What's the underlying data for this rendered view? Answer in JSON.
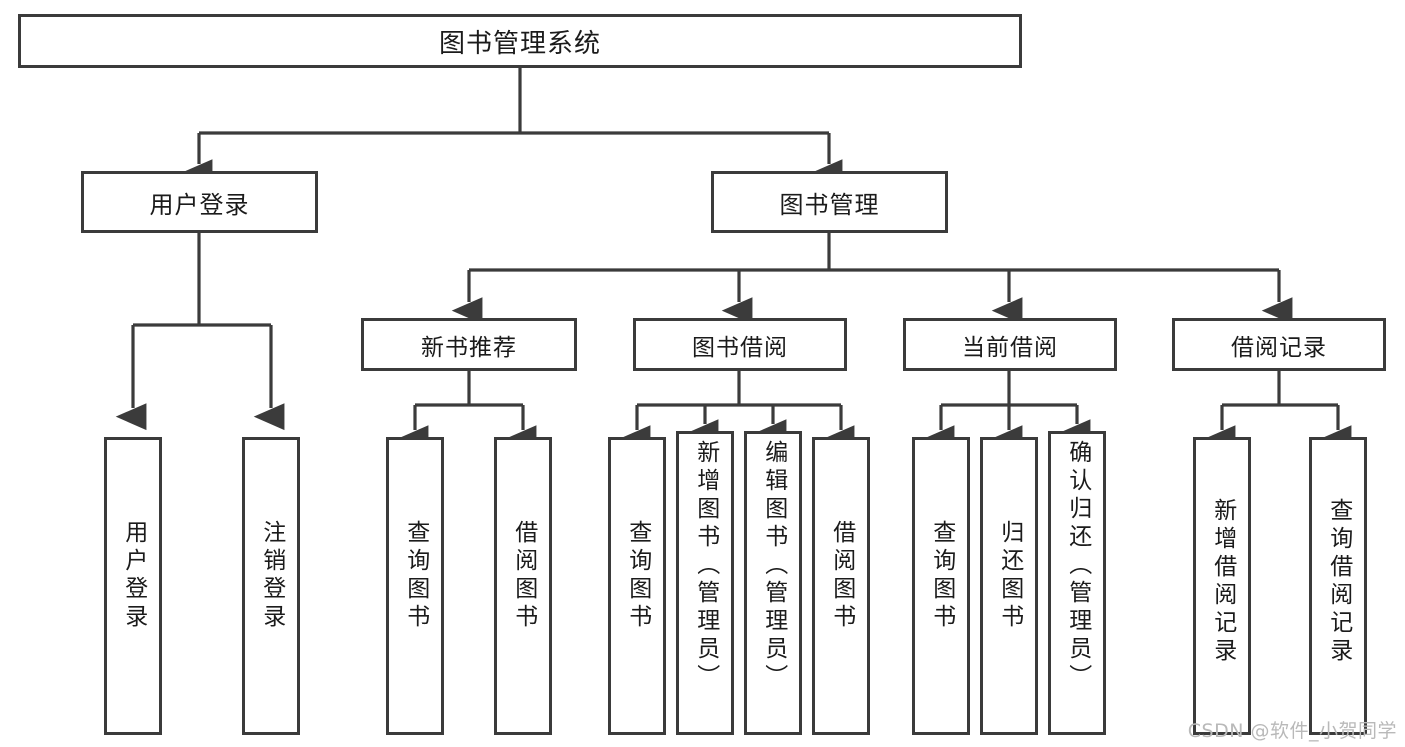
{
  "diagram": {
    "title": "图书管理系统",
    "type": "tree-hierarchy",
    "root": {
      "label": "图书管理系统"
    },
    "level1": [
      {
        "label": "用户登录"
      },
      {
        "label": "图书管理"
      }
    ],
    "level2": [
      {
        "label": "新书推荐"
      },
      {
        "label": "图书借阅"
      },
      {
        "label": "当前借阅"
      },
      {
        "label": "借阅记录"
      }
    ],
    "leaves": {
      "user_login": [
        {
          "label": "用户登录"
        },
        {
          "label": "注销登录"
        }
      ],
      "new_book_recommend": [
        {
          "label": "查询图书"
        },
        {
          "label": "借阅图书"
        }
      ],
      "book_borrow": [
        {
          "label": "查询图书"
        },
        {
          "label": "新增图书（管理员）"
        },
        {
          "label": "编辑图书（管理员）"
        },
        {
          "label": "借阅图书"
        }
      ],
      "current_borrow": [
        {
          "label": "查询图书"
        },
        {
          "label": "归还图书"
        },
        {
          "label": "确认归还（管理员）"
        }
      ],
      "borrow_record": [
        {
          "label": "新增借阅记录"
        },
        {
          "label": "查询借阅记录"
        }
      ]
    },
    "colors": {
      "border": "#3b3b3b",
      "background": "#ffffff",
      "text": "#1b1b1b",
      "watermark": "#b9b9b9"
    }
  },
  "watermark": {
    "text": "CSDN @软件_小贺同学"
  }
}
